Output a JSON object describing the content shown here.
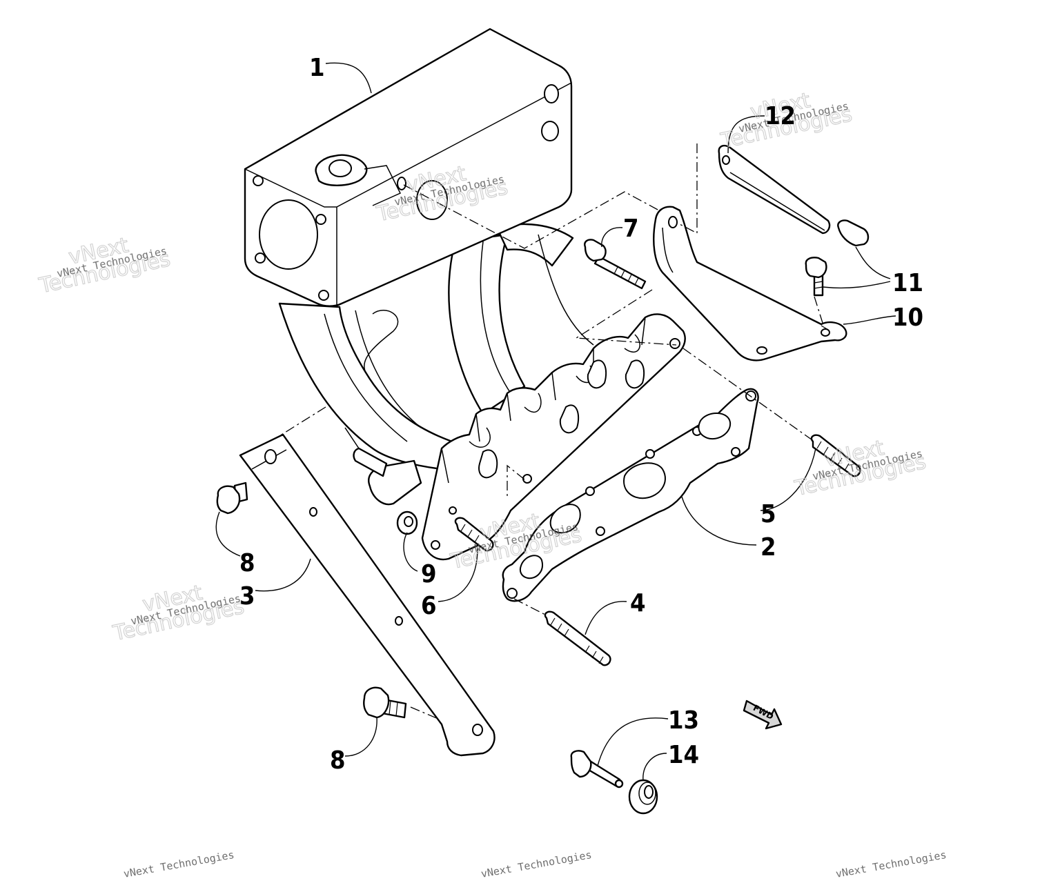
{
  "callouts": {
    "p1": "1",
    "p2": "2",
    "p3": "3",
    "p4": "4",
    "p5": "5",
    "p6": "6",
    "p7": "7",
    "p8a": "8",
    "p8b": "8",
    "p9": "9",
    "p10": "10",
    "p11": "11",
    "p12": "12",
    "p13": "13",
    "p14": "14"
  },
  "fwd_label": "FWD",
  "watermark": {
    "line1": "vNext",
    "line2": "Technologies",
    "small": "vNext Technologies"
  }
}
